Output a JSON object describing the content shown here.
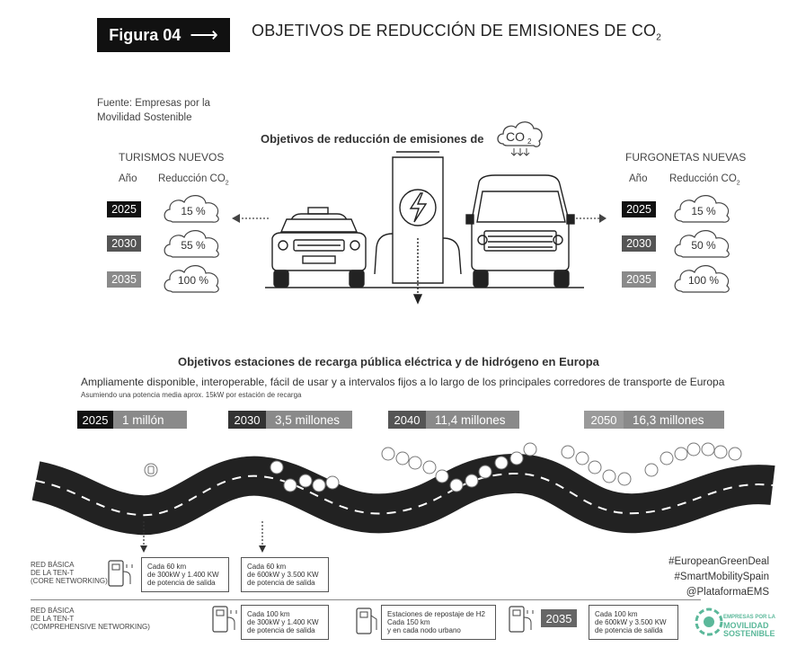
{
  "header": {
    "figure_label": "Figura 04",
    "title": "OBJETIVOS DE REDUCCIÓN DE EMISIONES DE CO",
    "title_sub": "2"
  },
  "source": {
    "line1": "Fuente: Empresas por la",
    "line2": "Movilidad Sostenible"
  },
  "emissions": {
    "heading": "Objetivos de reducción de emisiones de",
    "co2_label": "CO",
    "co2_sub": "2",
    "cars": {
      "title": "TURISMOS NUEVOS",
      "col_year": "Año",
      "col_red": "Reducción CO",
      "col_red_sub": "2",
      "rows": [
        {
          "year": "2025",
          "value": "15 %",
          "color": "#111111"
        },
        {
          "year": "2030",
          "value": "55 %",
          "color": "#555555"
        },
        {
          "year": "2035",
          "value": "100 %",
          "color": "#8a8a8a"
        }
      ]
    },
    "vans": {
      "title": "FURGONETAS NUEVAS",
      "col_year": "Año",
      "col_red": "Reducción CO",
      "col_red_sub": "2",
      "rows": [
        {
          "year": "2025",
          "value": "15 %",
          "color": "#111111"
        },
        {
          "year": "2030",
          "value": "50 %",
          "color": "#555555"
        },
        {
          "year": "2035",
          "value": "100 %",
          "color": "#8a8a8a"
        }
      ]
    }
  },
  "charging": {
    "heading": "Objetivos estaciones de recarga pública eléctrica y de hidrógeno en  Europa",
    "subtitle": "Ampliamente disponible, interoperable, fácil de usar y a intervalos fijos a lo largo de los principales corredores de transporte de Europa",
    "note": "Asumiendo una potencia media aprox. 15kW por estación de recarga",
    "targets": [
      {
        "year": "2025",
        "value": "1 millón",
        "year_color": "#111111",
        "val_color": "#8a8a8a"
      },
      {
        "year": "2030",
        "value": "3,5 millones",
        "year_color": "#333333",
        "val_color": "#8a8a8a"
      },
      {
        "year": "2040",
        "value": "11,4 millones",
        "year_color": "#555555",
        "val_color": "#8a8a8a"
      },
      {
        "year": "2050",
        "value": "16,3 millones",
        "year_color": "#9a9a9a",
        "val_color": "#8a8a8a"
      }
    ]
  },
  "legend": {
    "core": {
      "l1": "RED BÁSICA",
      "l2": "DE LA TEN-T",
      "l3": "(CORE NETWORKING)",
      "box1": {
        "l1": "Cada 60 km",
        "l2": "de 300kW y 1.400 KW",
        "l3": "de potencia de salida"
      },
      "box2": {
        "l1": "Cada 60 km",
        "l2": "de 600kW y 3.500 KW",
        "l3": "de potencia de salida"
      }
    },
    "comp": {
      "l1": "RED BÁSICA",
      "l2": "DE LA TEN-T",
      "l3": "(COMPREHENSIVE NETWORKING)",
      "box1": {
        "l1": "Cada 100 km",
        "l2": "de 300kW y 1.400 KW",
        "l3": "de potencia de salida"
      },
      "box2": {
        "l1": "Estaciones de repostaje de H2",
        "l2": "Cada 150 km",
        "l3": "y en cada nodo urbano"
      },
      "year": "2035",
      "box3": {
        "l1": "Cada 100 km",
        "l2": "de 600kW y 3.500 KW",
        "l3": "de potencia de salida"
      }
    }
  },
  "hashtags": [
    "#EuropeanGreenDeal",
    "#SmartMobilitySpain",
    "@PlataformaEMS"
  ],
  "logo": {
    "l1": "EMPRESAS POR LA",
    "l2": "MOVILIDAD",
    "l3": "SOSTENIBLE",
    "color": "#5bb89a"
  }
}
